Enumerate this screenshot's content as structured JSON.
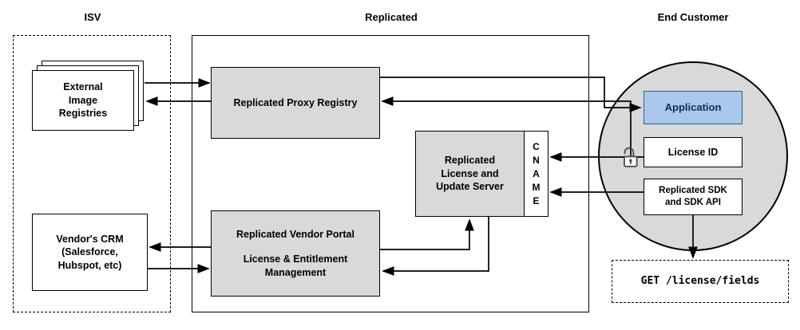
{
  "headers": {
    "isv": "ISV",
    "replicated": "Replicated",
    "end_customer": "End Customer"
  },
  "isv": {
    "registries_lines": [
      "External",
      "Image",
      "Registries"
    ],
    "crm_lines": [
      "Vendor's CRM",
      "(Salesforce,",
      "Hubspot, etc)"
    ]
  },
  "replicated": {
    "proxy_label": "Replicated Proxy Registry",
    "license_server_lines": [
      "Replicated",
      "License and",
      "Update Server"
    ],
    "cname_letters": [
      "C",
      "N",
      "A",
      "M",
      "E"
    ],
    "portal_title": "Replicated Vendor Portal",
    "portal_sub_lines": [
      "License & Entitlement",
      "Management"
    ]
  },
  "end_customer": {
    "application_label": "Application",
    "license_id_label": "License ID",
    "sdk_lines": [
      "Replicated SDK",
      "and SDK API"
    ],
    "api_call": "GET /license/fields"
  },
  "icons": {
    "lock": "open-padlock-icon"
  },
  "colors": {
    "box_gray": "#d9d9d9",
    "circle_gray": "#d9d9d9",
    "application_fill": "#a9c8ec",
    "application_border": "#2e5f8f",
    "line": "#000000"
  }
}
